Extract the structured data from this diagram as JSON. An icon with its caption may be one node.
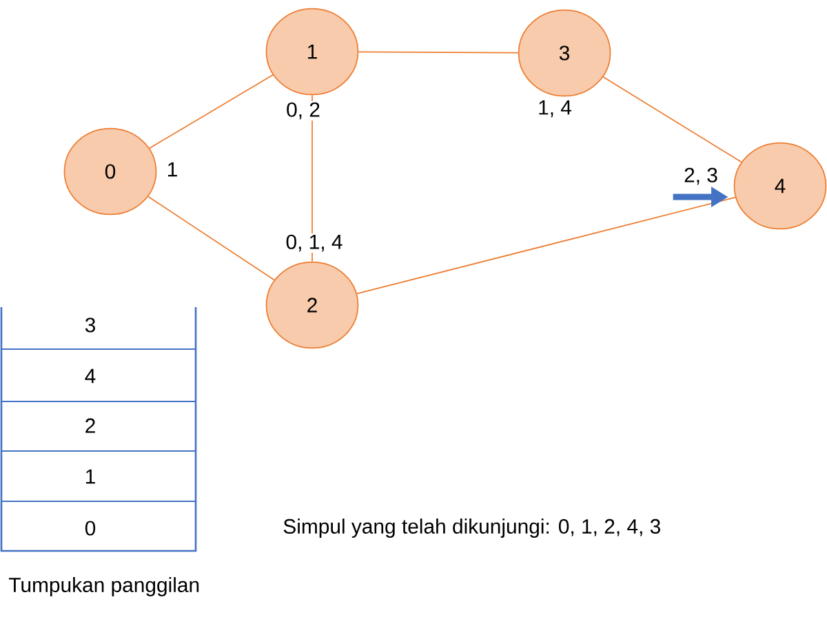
{
  "diagram": {
    "nodes": [
      {
        "text": [
          "0"
        ],
        "beside": [
          "1"
        ]
      },
      {
        "text": [
          "1"
        ],
        "beside": [
          "0, 2"
        ]
      },
      {
        "text": [
          "3"
        ],
        "beside": [
          "1, 4"
        ]
      },
      {
        "text": [
          "4"
        ],
        "beside": [
          "2, 3"
        ]
      },
      {
        "text": [
          "2"
        ],
        "beside": [
          "0, 1, 4"
        ]
      }
    ],
    "edges": [
      {
        "from": 0,
        "to": 1,
        "arrow": "none"
      },
      {
        "from": 0,
        "to": 4,
        "arrow": "none"
      },
      {
        "from": 1,
        "to": 2,
        "arrow": "none"
      },
      {
        "from": 1,
        "to": 4,
        "arrow": "none"
      },
      {
        "from": 2,
        "to": 3,
        "arrow": "none"
      },
      {
        "from": 4,
        "to": 3,
        "arrow": "none"
      },
      {
        "from": null,
        "to": 3,
        "arrow": "to",
        "style": "thick",
        "color": "#4472c4"
      }
    ],
    "labels": [
      "3",
      "4",
      "2",
      "1",
      "0",
      "Simpul yang telah dikunjungi: 0, 1, 2, 4, 3",
      "Tumpukan panggilan"
    ]
  }
}
